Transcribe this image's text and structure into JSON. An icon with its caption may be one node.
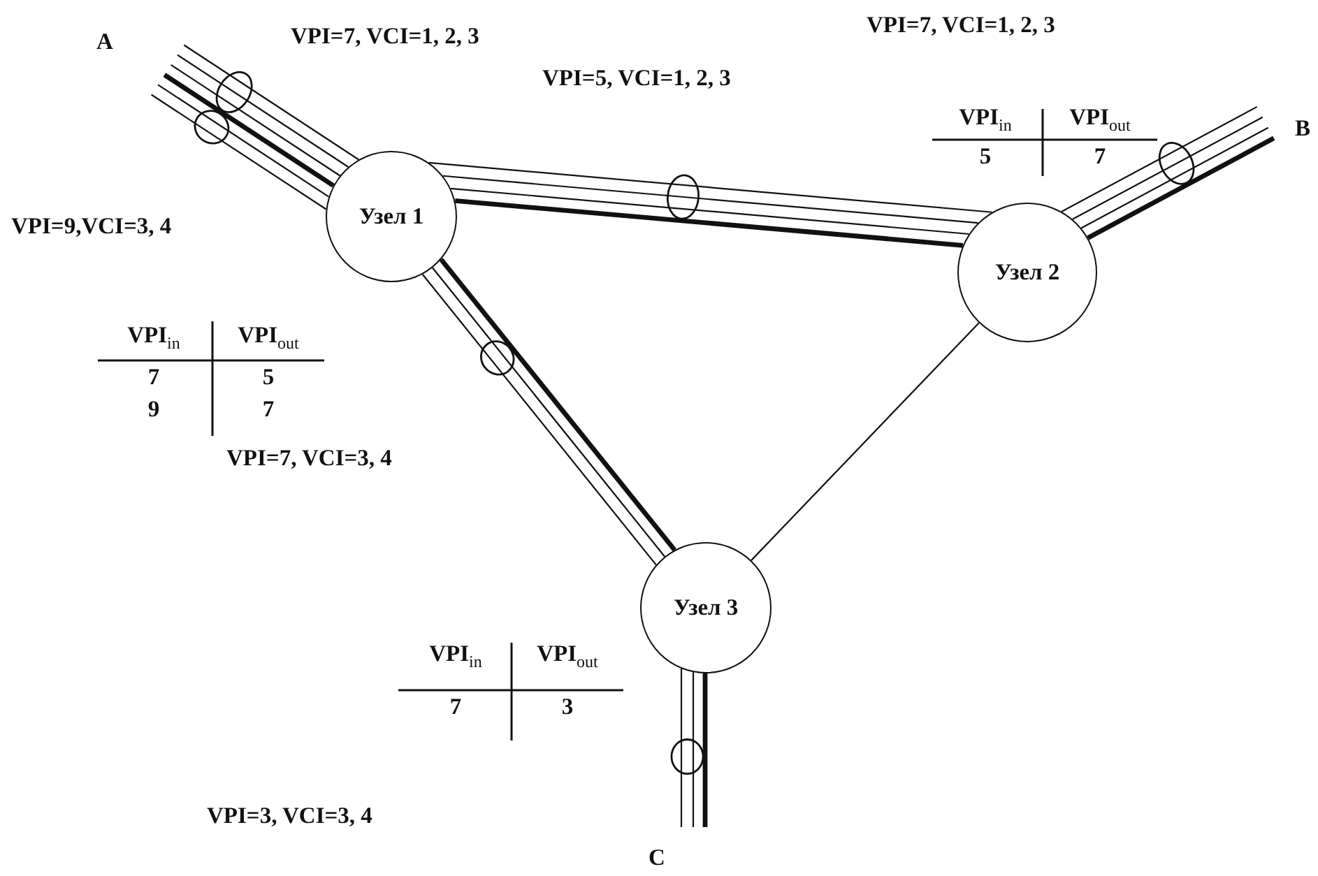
{
  "diagram": {
    "nodes": [
      {
        "text": [
          "A"
        ]
      },
      {
        "text": [
          "Узел 1"
        ]
      },
      {
        "text": [
          "Узел 2"
        ]
      },
      {
        "text": [
          "B"
        ]
      },
      {
        "text": [
          "Узел 3"
        ]
      },
      {
        "text": [
          "C"
        ]
      }
    ],
    "edges": [
      {
        "from": 0,
        "to": 1,
        "arrow": "none"
      },
      {
        "from": 0,
        "to": 1,
        "arrow": "none"
      },
      {
        "from": 0,
        "to": 1,
        "arrow": "none"
      },
      {
        "from": 0,
        "to": 1,
        "arrow": "none",
        "style": "thick"
      },
      {
        "from": 0,
        "to": 1,
        "arrow": "none"
      },
      {
        "from": 0,
        "to": 1,
        "arrow": "none"
      },
      {
        "from": 1,
        "to": 2,
        "arrow": "none"
      },
      {
        "from": 1,
        "to": 2,
        "arrow": "none"
      },
      {
        "from": 1,
        "to": 2,
        "arrow": "none"
      },
      {
        "from": 1,
        "to": 2,
        "arrow": "none",
        "style": "thick"
      },
      {
        "from": 1,
        "to": 4,
        "arrow": "none",
        "style": "thick"
      },
      {
        "from": 1,
        "to": 4,
        "arrow": "none"
      },
      {
        "from": 1,
        "to": 4,
        "arrow": "none"
      },
      {
        "from": 2,
        "to": 3,
        "arrow": "none"
      },
      {
        "from": 2,
        "to": 3,
        "arrow": "none"
      },
      {
        "from": 2,
        "to": 3,
        "arrow": "none"
      },
      {
        "from": 2,
        "to": 3,
        "arrow": "none",
        "style": "thick"
      },
      {
        "from": 2,
        "to": 4,
        "arrow": "none"
      },
      {
        "from": 4,
        "to": 5,
        "arrow": "none",
        "style": "thick"
      },
      {
        "from": 4,
        "to": 5,
        "arrow": "none"
      },
      {
        "from": 4,
        "to": 5,
        "arrow": "none"
      }
    ],
    "labels": [
      "VPI=7, VCI=1, 2, 3",
      "VPI=7, VCI=1, 2, 3",
      "VPI$_{in}$",
      "VPI$_{out}$",
      "5",
      "7",
      "VPI=5, VCI=1, 2, 3",
      "VPI=9,VCI=3, 4",
      "VPI$_{in}$",
      "VPI$_{out}$",
      "7",
      "5",
      "9",
      "7",
      "VPI=7, VCI=3, 4",
      "VPI$_{in}$",
      "VPI$_{out}$",
      "7",
      "3",
      "VPI=3, VCI=3, 4"
    ]
  }
}
